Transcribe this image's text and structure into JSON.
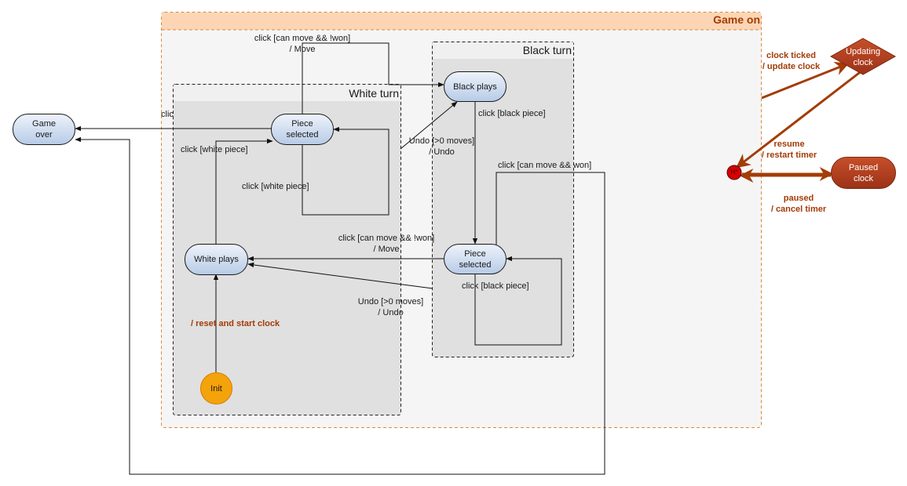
{
  "containers": {
    "game_on": "Game on",
    "black_turn": "Black turn",
    "white_turn": "White turn"
  },
  "states": {
    "game_over": "Game\nover",
    "black_plays": "Black plays",
    "black_piece_selected": "Piece\nselected",
    "white_plays": "White plays",
    "white_piece_selected": "Piece\nselected",
    "init": "Init",
    "updating_clock": "Updating\nclock",
    "paused_clock": "Paused\nclock",
    "history": "H*"
  },
  "transitions": {
    "white_move": "click [can move && !won]\n/ Move",
    "white_to_gameover": "clic",
    "white_select": "click [white piece]",
    "white_reselect": "click [white piece]",
    "black_select": "click [black piece]",
    "black_won": "click [can move && won]",
    "black_move": "click [can move && !won]\n/ Move",
    "black_reselect": "click [black piece]",
    "undo_to_black": "Undo [>0 moves]\n/ Undo",
    "undo_to_white": "Undo [>0 moves]\n/ Undo",
    "init_to_white": "/ reset and start clock",
    "clock_ticked": "clock ticked\n/ update clock",
    "resume": "resume\n/ restart timer",
    "paused": "paused\n/ cancel timer"
  },
  "colors": {
    "game_on_header": "#fcd5b4",
    "game_on_border": "#d78a41",
    "state_fill_top": "#ffffff",
    "state_fill_bottom": "#b7cbe6",
    "init_fill": "#f5a30a",
    "clock_fill": "#ae4132",
    "brown_text": "#a33c06",
    "brown_arrow": "#a33c06",
    "history_fill": "#d50000"
  }
}
